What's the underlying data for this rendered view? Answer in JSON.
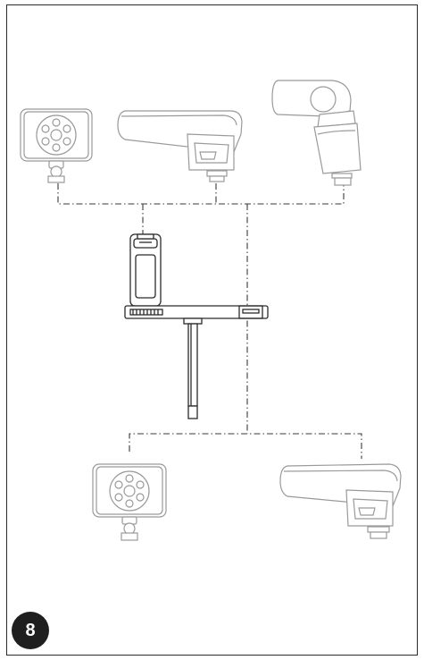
{
  "page": {
    "number_label": "8"
  },
  "colors": {
    "frame": "#2b2b2b",
    "device_stroke": "#9a9a9a",
    "mount_stroke": "#2b2b2b",
    "dash_line": "#3a3a3a",
    "badge_bg": "#1f1f1f",
    "badge_text": "#ffffff"
  },
  "devices": [
    {
      "name": "led-light-icon",
      "position_word": "top-left"
    },
    {
      "name": "speedlight-flash-icon",
      "position_word": "top-center"
    },
    {
      "name": "speedlight-flash-tilted-icon",
      "position_word": "top-right"
    },
    {
      "name": "t-bracket-phone-mount-icon",
      "position_word": "center"
    },
    {
      "name": "led-light-icon",
      "position_word": "bottom-left"
    },
    {
      "name": "speedlight-flash-icon",
      "position_word": "bottom-right"
    }
  ]
}
